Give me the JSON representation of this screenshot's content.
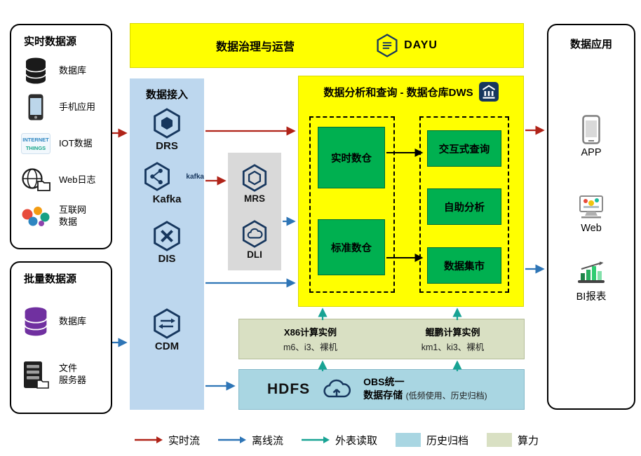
{
  "colors": {
    "realtime_flow": "#b02318",
    "offline_flow": "#2e75b6",
    "external_read": "#18a394",
    "archive_bg": "#a9d6e2",
    "compute_bg": "#d9e0c3",
    "warehouse_bg": "#ffff00",
    "node_green": "#00b050",
    "ingest_bg": "#bdd7ee",
    "services_bg": "#d9d9d9",
    "icon_navy": "#17375e"
  },
  "realtime_sources": {
    "title": "实时数据源",
    "items": [
      {
        "label": "数据库",
        "icon": "database-icon"
      },
      {
        "label": "手机应用",
        "icon": "phone-icon"
      },
      {
        "label": "IOT数据",
        "icon": "iot-icon"
      },
      {
        "label": "Web日志",
        "icon": "web-log-icon"
      },
      {
        "label": "互联网\n数据",
        "icon": "internet-data-icon"
      }
    ]
  },
  "batch_sources": {
    "title": "批量数据源",
    "items": [
      {
        "label": "数据库",
        "icon": "purple-database-icon"
      },
      {
        "label": "文件\n服务器",
        "icon": "file-server-icon"
      }
    ]
  },
  "governance": {
    "title": "数据治理与运营",
    "product": "DAYU"
  },
  "ingest": {
    "title": "数据接入",
    "nodes": [
      "DRS",
      "Kafka",
      "DIS",
      "CDM"
    ],
    "kafka_wordmark": "kafka"
  },
  "services": {
    "nodes": [
      "MRS",
      "DLI"
    ]
  },
  "dws": {
    "title": "数据分析和查询 - 数据仓库DWS",
    "left_nodes": [
      "实时数仓",
      "标准数仓"
    ],
    "right_nodes": [
      "交互式查询",
      "自助分析",
      "数据集市"
    ]
  },
  "compute": {
    "x86_title": "X86计算实例",
    "x86_detail": "m6、i3、裸机",
    "kunpeng_title": "鲲鹏计算实例",
    "kunpeng_detail": "km1、ki3、裸机"
  },
  "storage": {
    "hdfs": "HDFS",
    "obs_line1": "OBS统一",
    "obs_line2": "数据存储",
    "obs_note": "(低频使用、历史归档)"
  },
  "apps": {
    "title": "数据应用",
    "items": [
      "APP",
      "Web",
      "BI报表"
    ]
  },
  "legend": {
    "items": [
      {
        "label": "实时流",
        "type": "arrow"
      },
      {
        "label": "离线流",
        "type": "arrow"
      },
      {
        "label": "外表读取",
        "type": "arrow"
      },
      {
        "label": "历史归档",
        "type": "swatch"
      },
      {
        "label": "算力",
        "type": "swatch"
      }
    ]
  }
}
